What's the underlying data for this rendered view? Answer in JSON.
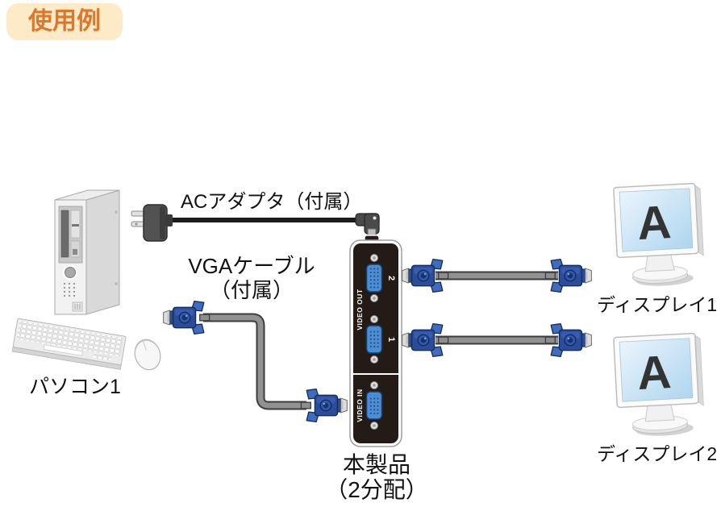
{
  "badge": {
    "label": "使用例"
  },
  "pc": {
    "label": "パソコン1"
  },
  "ac_adapter": {
    "label": "ACアダプタ（付属）"
  },
  "vga_cable": {
    "label_line1": "VGAケーブル",
    "label_line2": "（付属）"
  },
  "splitter": {
    "label_line1": "本製品",
    "label_line2": "（2分配）",
    "port_group_out": "VIDEO OUT",
    "port_out2": "2",
    "port_out1": "1",
    "port_in": "VIDEO IN"
  },
  "displays": [
    {
      "label": "ディスプレイ1",
      "screen_letter": "A"
    },
    {
      "label": "ディスプレイ2",
      "screen_letter": "A"
    }
  ],
  "colors": {
    "badge_bg": "#fdeac7",
    "badge_text": "#e0762a",
    "label_text": "#111111",
    "splitter_body": "#241a16",
    "splitter_outline": "#9d9d9d",
    "port_blue": "#4c8cd0",
    "connector_navy": "#2a4c9b",
    "connector_blue": "#3f6cc0",
    "cable_gray": "#919191",
    "ac_cable_black": "#1c1c1c",
    "screen_blue_top": "#eaf5fc",
    "screen_blue_bottom": "#aed5ef",
    "screen_letter_color": "#333333"
  }
}
